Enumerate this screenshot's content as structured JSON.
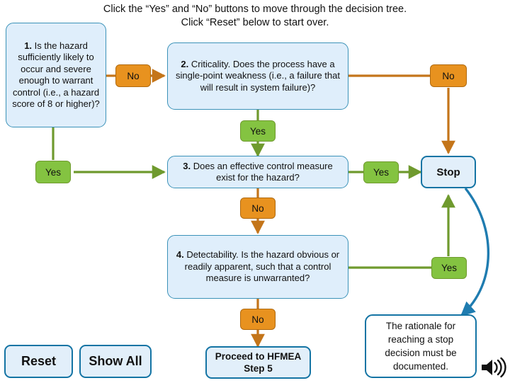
{
  "instructions": {
    "line1": "Click the “Yes” and “No” buttons to move through the decision tree.",
    "line2": "Click “Reset” below to start over."
  },
  "colors": {
    "box_fill": "#dfeefb",
    "box_border": "#3b92b8",
    "emphasis_border": "#1474a4",
    "yes_fill": "#84c341",
    "yes_border": "#6f9a2e",
    "no_fill": "#e8921f",
    "no_border": "#b06a10",
    "page_background": "#ffffff"
  },
  "nodes": {
    "q1": {
      "number": "1.",
      "text": " Is the hazard sufficiently likely to occur and severe enough to warrant control (i.e., a hazard score of 8 or higher)?"
    },
    "q2": {
      "number": "2.",
      "text": " Criticality. Does the process have a single-point weakness (i.e., a failure that will result in system failure)?"
    },
    "q3": {
      "number": "3.",
      "text": " Does an effective control measure exist for the hazard?"
    },
    "q4": {
      "number": "4.",
      "text": " Detectability. Is the hazard obvious or readily apparent, such that a control measure is unwarranted?"
    },
    "stop": {
      "label": "Stop"
    },
    "proceed": {
      "label": "Proceed to HFMEA Step 5"
    },
    "rationale": {
      "text": "The rationale for reaching a stop decision must be documented."
    }
  },
  "decisions": {
    "q1_no": "No",
    "q1_yes": "Yes",
    "q2_no": "No",
    "q2_yes": "Yes",
    "q3_yes": "Yes",
    "q3_no": "No",
    "q4_yes": "Yes",
    "q4_no": "No"
  },
  "buttons": {
    "reset": "Reset",
    "show_all": "Show All"
  },
  "icons": {
    "speaker": "speaker-icon"
  }
}
